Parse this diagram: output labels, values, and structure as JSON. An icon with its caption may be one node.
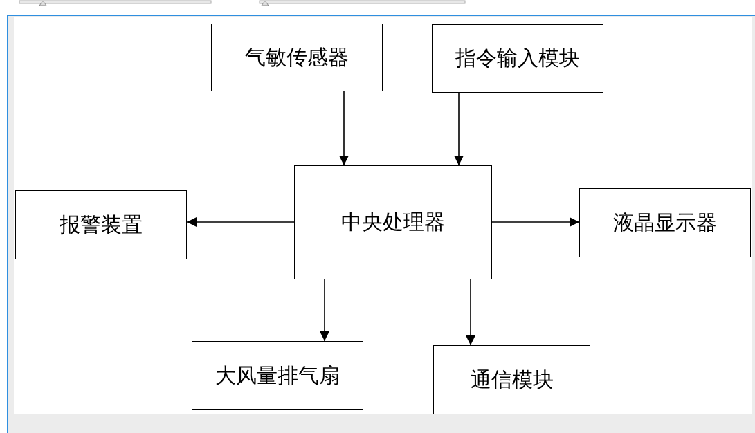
{
  "diagram": {
    "nodes": [
      {
        "text": [
          "气敏传感器"
        ]
      },
      {
        "text": [
          "指令输入模块"
        ]
      },
      {
        "text": [
          "报警装置"
        ]
      },
      {
        "text": [
          "中央处理器"
        ]
      },
      {
        "text": [
          "液晶显示器"
        ]
      },
      {
        "text": [
          "大风量排气扇"
        ]
      },
      {
        "text": [
          "通信模块"
        ]
      }
    ],
    "edges": [
      {
        "from": 0,
        "to": 3,
        "arrow": "to"
      },
      {
        "from": 1,
        "to": 3,
        "arrow": "to"
      },
      {
        "from": 3,
        "to": 2,
        "arrow": "to"
      },
      {
        "from": 3,
        "to": 4,
        "arrow": "to"
      },
      {
        "from": 3,
        "to": 5,
        "arrow": "to"
      },
      {
        "from": 3,
        "to": 6,
        "arrow": "to"
      }
    ]
  }
}
